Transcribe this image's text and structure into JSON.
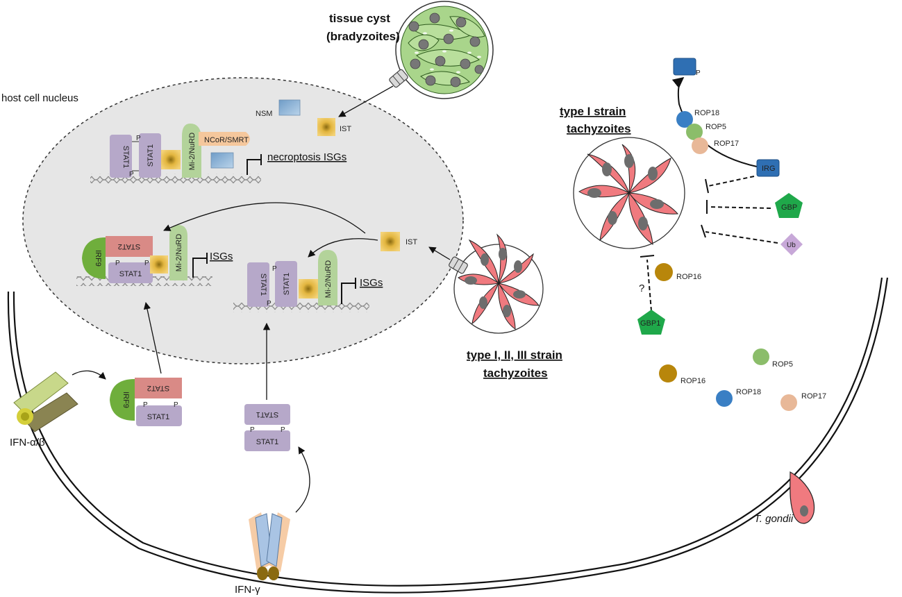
{
  "labels": {
    "host_nucleus": "host cell nucleus",
    "tissue_cyst": "tissue cyst",
    "bradyzoites": "(bradyzoites)",
    "type1_a": "type I strain",
    "type1_b": "tachyzoites",
    "type123_a": "type I, II, III strain",
    "type123_b": "tachyzoites",
    "nsm": "NSM",
    "ist": "IST",
    "stat1": "STAT1",
    "stat2": "STAT2",
    "irf9": "IRF9",
    "mi2": "Mi-2/NuRD",
    "ncor": "NCoR/SMRT",
    "necroptosis": "necroptosis ISGs",
    "isgs": "ISGs",
    "p": "P",
    "rop18": "ROP18",
    "rop5": "ROP5",
    "rop17": "ROP17",
    "rop16": "ROP16",
    "irg": "IRG",
    "gbp": "GBP",
    "ub": "Ub",
    "gbp1": "GBP1",
    "question": "?",
    "ifn_ab": "IFN-α/β",
    "ifn_g": "IFN-γ",
    "t_gondii": "T. gondii"
  },
  "colors": {
    "stat": "#b6a8c9",
    "stat2": "#d98a86",
    "irf9": "#6fae3c",
    "mi2": "#b3d39a",
    "ist": "#e8c04a",
    "nsm": "#8fb4d6",
    "ncor": "#f5c79c",
    "tachy": "#f07a7f",
    "cyst": "#a9d58b",
    "rop18": "#3a7fc4",
    "rop5": "#8bbd6a",
    "rop17": "#e8b898",
    "rop16": "#b8860b",
    "irg": "#2f6fb3",
    "gbp": "#1fa84a",
    "ub": "#c7a8d8",
    "nucleus_fill": "#e6e6e6"
  }
}
